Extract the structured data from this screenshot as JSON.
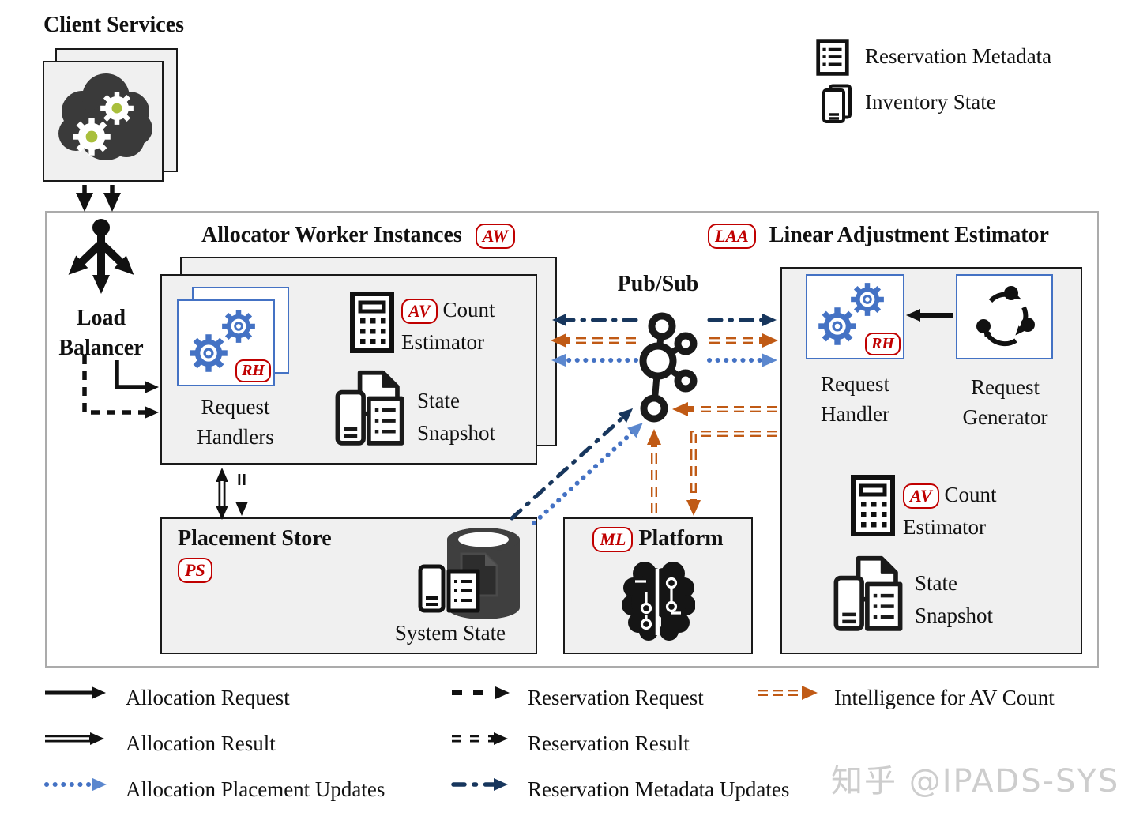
{
  "client_services": {
    "title": "Client Services"
  },
  "top_legend": {
    "reservation_metadata": "Reservation Metadata",
    "inventory_state": "Inventory State"
  },
  "load_balancer": {
    "label": "Load Balancer"
  },
  "aw": {
    "title": "Allocator Worker Instances",
    "badge": "AW",
    "rh_badge": "RH",
    "request_handlers": "Request Handlers",
    "av_badge": "AV",
    "count_estimator": "Count Estimator",
    "state_snapshot": "State Snapshot"
  },
  "pubsub": {
    "title": "Pub/Sub"
  },
  "laa": {
    "badge": "LAA",
    "title": "Linear Adjustment Estimator",
    "rh_badge": "RH",
    "request_handler": "Request Handler",
    "request_generator": "Request Generator",
    "av_badge": "AV",
    "count_estimator": "Count Estimator",
    "state_snapshot": "State Snapshot"
  },
  "placement_store": {
    "title": "Placement Store",
    "badge": "PS",
    "system_state": "System State"
  },
  "ml_platform": {
    "badge": "ML",
    "title": "Platform"
  },
  "legend": {
    "col1": [
      {
        "style": "solid-black",
        "label": "Allocation Request"
      },
      {
        "style": "double-black",
        "label": "Allocation Result"
      },
      {
        "style": "dotted-blue",
        "label": "Allocation Placement Updates"
      }
    ],
    "col2": [
      {
        "style": "dashed-black",
        "label": "Reservation Request"
      },
      {
        "style": "double-dash-black",
        "label": "Reservation Result"
      },
      {
        "style": "dashdot-navy",
        "label": "Reservation Metadata Updates"
      }
    ],
    "col3": [
      {
        "style": "double-dash-orange",
        "label": "Intelligence for AV Count"
      }
    ]
  },
  "watermark": "知乎 @IPADS-SYS",
  "colors": {
    "badge_red": "#C00000",
    "blue": "#4472C4",
    "navy": "#17365D",
    "orange": "#C05A15",
    "box_fill": "#F0F0F0",
    "icon_dark": "#3A3A3A",
    "gear_green": "#A9BF3C"
  }
}
